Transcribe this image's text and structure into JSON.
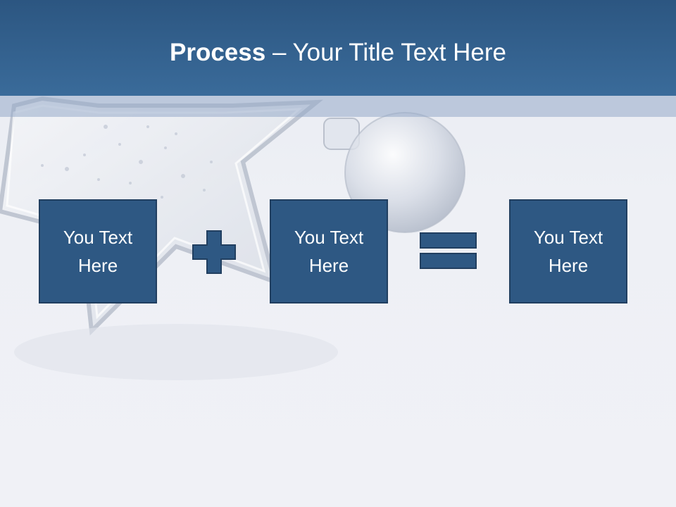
{
  "slide": {
    "title_bold": "Process",
    "title_rest": " – Your Title Text Here",
    "boxes": [
      {
        "text": "You Text Here"
      },
      {
        "text": "You Text Here"
      },
      {
        "text": "You Text Here"
      }
    ],
    "operators": [
      "plus-icon",
      "equals-icon"
    ]
  },
  "colors": {
    "header": "#3a6b9a",
    "box_fill": "#2e5883",
    "box_border": "#213f60",
    "background": "#eef0f5"
  }
}
